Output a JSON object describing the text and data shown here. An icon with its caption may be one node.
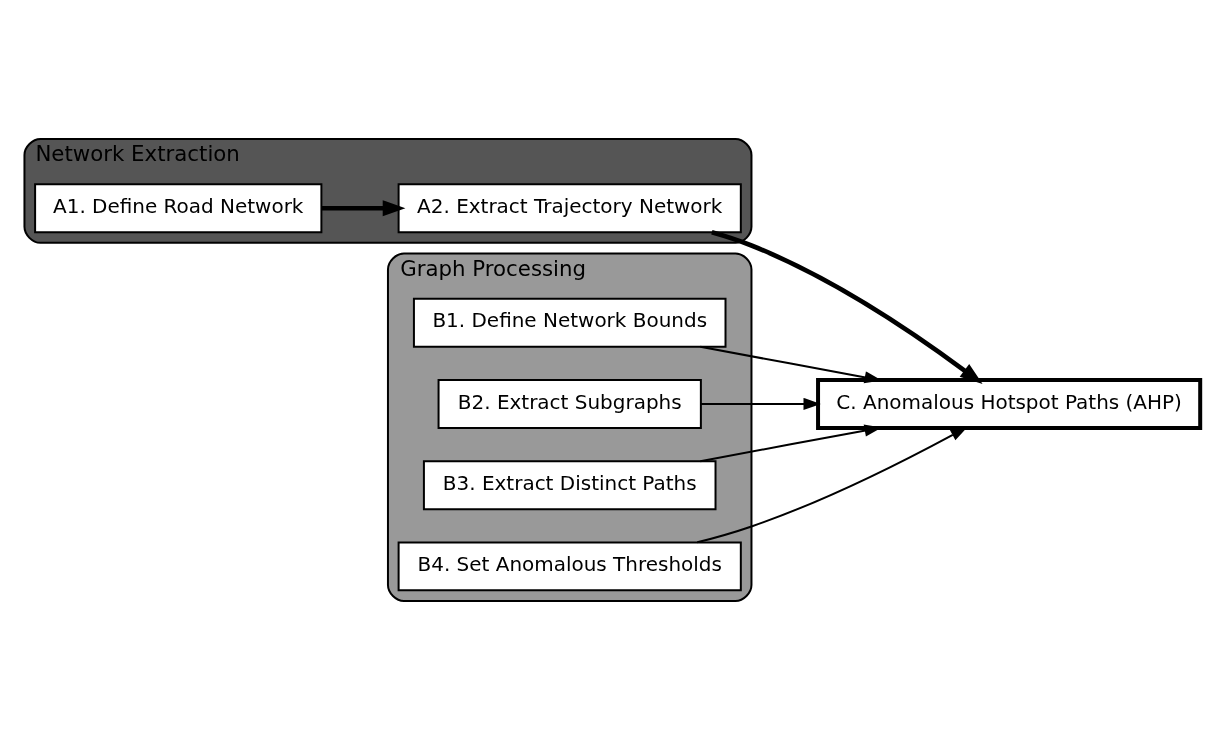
{
  "diagram": {
    "nodes": [
      {
        "text": [
          "Network Extraction"
        ]
      },
      {
        "text": [
          "A1. Define Road Network"
        ],
        "in": 0
      },
      {
        "text": [
          "A2. Extract Trajectory Network"
        ],
        "in": 0
      },
      {
        "text": [
          "Graph Processing"
        ]
      },
      {
        "text": [
          "B1. Define Network Bounds"
        ],
        "in": 3
      },
      {
        "text": [
          "B2. Extract Subgraphs"
        ],
        "in": 3
      },
      {
        "text": [
          "B3. Extract Distinct Paths"
        ],
        "in": 3
      },
      {
        "text": [
          "B4. Set Anomalous Thresholds"
        ],
        "in": 3
      },
      {
        "text": [
          "C. Anomalous Hotspot Paths (AHP)"
        ]
      }
    ],
    "edges": [
      {
        "from": 1,
        "to": 2,
        "arrow": "to",
        "style": "thick"
      },
      {
        "from": 2,
        "to": 8,
        "arrow": "to",
        "style": "thick"
      },
      {
        "from": 4,
        "to": 8,
        "arrow": "to"
      },
      {
        "from": 5,
        "to": 8,
        "arrow": "to"
      },
      {
        "from": 6,
        "to": 8,
        "arrow": "to"
      },
      {
        "from": 7,
        "to": 8,
        "arrow": "to"
      }
    ]
  }
}
